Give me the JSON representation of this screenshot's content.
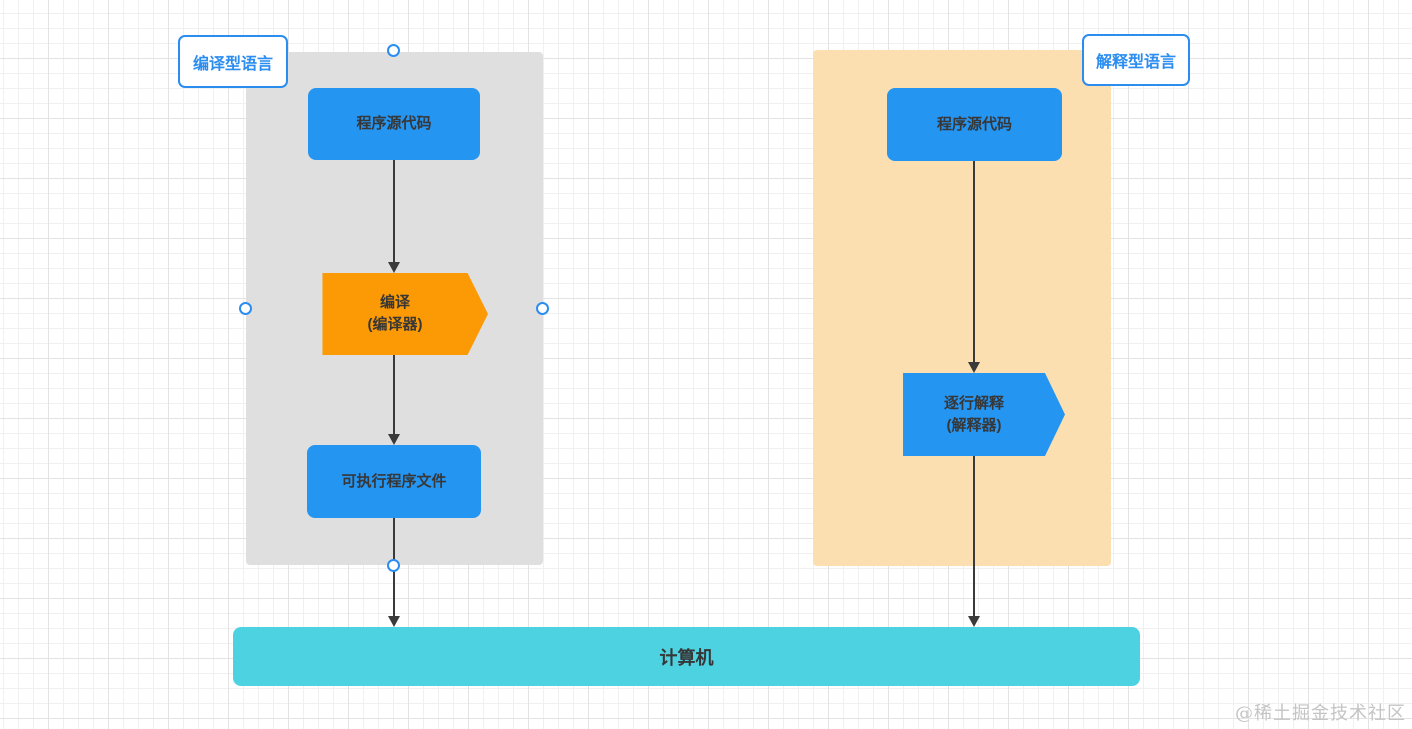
{
  "colors": {
    "accent-blue": "#2b8df0",
    "node-blue": "#2595f2",
    "node-orange": "#fb9a05",
    "bar-cyan": "#4dd2e2",
    "panel-gray": "#dfdfdf",
    "panel-peach": "#fcdfb1",
    "arrow-dark": "#3a3a3a",
    "text-dark": "#373737",
    "watermark-gray": "#c4c4c4"
  },
  "compiled_section": {
    "label": "编译型语言",
    "source_node": "程序源代码",
    "process_node": {
      "line1": "编译",
      "line2": "(编译器)"
    },
    "output_node": "可执行程序文件"
  },
  "interpreted_section": {
    "label": "解释型语言",
    "source_node": "程序源代码",
    "process_node": {
      "line1": "逐行解释",
      "line2": "(解释器)"
    }
  },
  "computer_bar": {
    "label": "计算机"
  },
  "watermark": {
    "text": "@稀土掘金技术社区"
  }
}
